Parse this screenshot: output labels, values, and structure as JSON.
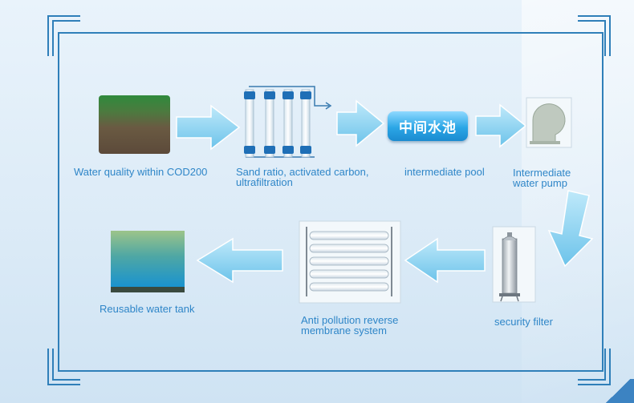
{
  "labels": {
    "water_quality": "Water quality within COD200",
    "sand_ratio": "Sand ratio, activated carbon,\nultrafiltration",
    "intermediate_pool": "intermediate pool",
    "water_pump": "Intermediate\nwater pump",
    "reusable_tank": "Reusable water tank",
    "anti_pollution": "Anti pollution reverse\nmembrane system",
    "security_filter": "security filter"
  },
  "pool_box_text": "中间水池",
  "colors": {
    "frame": "#2f7fb9",
    "label_text": "#2f86c8",
    "arrow_fill": "#86d0f0"
  }
}
